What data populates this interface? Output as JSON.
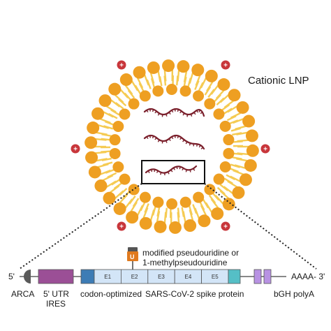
{
  "lnp": {
    "label": "Cationic LNP",
    "plus_sign": "+",
    "colors": {
      "head": "#EE9F22",
      "tail": "#F5CB53",
      "charge": "#C8363B",
      "rna": "#7A1F2B"
    }
  },
  "construct": {
    "five_prime": "5'",
    "three_prime": "AAAA- 3'",
    "cap": "ARCA",
    "utr_line1": "5' UTR",
    "utr_line2": "IRES",
    "codon": "codon-optimized",
    "spike": "SARS-CoV-2 spike protein",
    "bgh": "bGH polyA",
    "segments": [
      "E1",
      "E2",
      "E3",
      "E4",
      "E5"
    ],
    "modified_line1": "modified pseudouridine or",
    "modified_line2": "1-methylpseudouridine",
    "u_letter": "U",
    "colors": {
      "cap": "#5a5a5a",
      "utr": "#9B4F96",
      "codon_block": "#3D7CB5",
      "segment": "#D3E5F7",
      "end_block": "#55BFC6",
      "polya": "#B892E3",
      "u_marker": "#E07A1F"
    }
  }
}
